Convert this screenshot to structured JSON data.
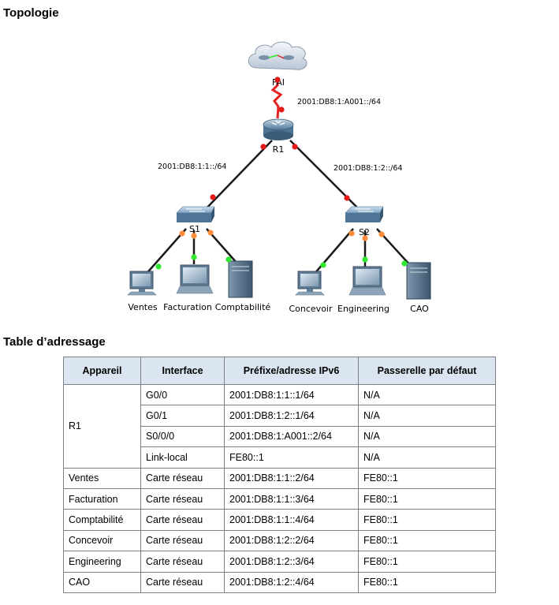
{
  "headings": {
    "topology": "Topologie",
    "addressing": "Table d’adressage"
  },
  "topology": {
    "devices": {
      "isp": "FAI",
      "r1": "R1",
      "s1": "S1",
      "s2": "S2",
      "ventes": "Ventes",
      "facturation": "Facturation",
      "comptabilite": "Comptabilité",
      "concevoir": "Concevoir",
      "engineering": "Engineering",
      "cao": "CAO"
    },
    "networks": {
      "wan": "2001:DB8:1:A001::/64",
      "lan1": "2001:DB8:1:1::/64",
      "lan2": "2001:DB8:1:2::/64"
    },
    "colors": {
      "serial_link": "#e32222",
      "ethernet_link": "#1a1a1a",
      "port_up": "#2ee82e",
      "port_down": "#e81818",
      "port_blocking": "#ff8c3a"
    }
  },
  "table": {
    "headers": [
      "Appareil",
      "Interface",
      "Préfixe/adresse IPv6",
      "Passerelle par défaut"
    ],
    "r1": {
      "device": "R1",
      "rows": [
        [
          "G0/0",
          "2001:DB8:1:1::1/64",
          "N/A"
        ],
        [
          "G0/1",
          "2001:DB8:1:2::1/64",
          "N/A"
        ],
        [
          "S0/0/0",
          "2001:DB8:1:A001::2/64",
          "N/A"
        ],
        [
          "Link-local",
          "FE80::1",
          "N/A"
        ]
      ]
    },
    "rows": [
      [
        "Ventes",
        "Carte réseau",
        "2001:DB8:1:1::2/64",
        "FE80::1"
      ],
      [
        "Facturation",
        "Carte réseau",
        "2001:DB8:1:1::3/64",
        "FE80::1"
      ],
      [
        "Comptabilité",
        "Carte réseau",
        "2001:DB8:1:1::4/64",
        "FE80::1"
      ],
      [
        "Concevoir",
        "Carte réseau",
        "2001:DB8:1:2::2/64",
        "FE80::1"
      ],
      [
        "Engineering",
        "Carte réseau",
        "2001:DB8:1:2::3/64",
        "FE80::1"
      ],
      [
        "CAO",
        "Carte réseau",
        "2001:DB8:1:2::4/64",
        "FE80::1"
      ]
    ]
  }
}
